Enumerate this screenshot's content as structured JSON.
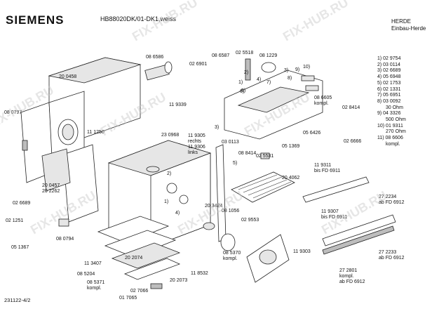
{
  "header": {
    "brand": "SIEMENS",
    "model": "HB88020DK/01-DK1,weiss",
    "category": "HERDE",
    "subcategory": "Einbau-Herde"
  },
  "document_number": "231122-4/2",
  "watermark_text": "FIX-HUB.RU",
  "part_labels": [
    "08 6586",
    "20 0458",
    "08 6587",
    "02 6901",
    "02 5518",
    "08 1229",
    "11 9339",
    "08 0797",
    "11 1250",
    "23 0968",
    "11 9305",
    "rechts",
    "11 9306",
    "links",
    "03 0113",
    "08 8414",
    "02 5531",
    "05 1369",
    "05 6426",
    "08 6605",
    "kompl.",
    "02 8414",
    "02 6666",
    "20 4062",
    "11 9311",
    "bis FD 6911",
    "20 0457",
    "20 2262",
    "02 6689",
    "02 1251",
    "08 0794",
    "05 1367",
    "20 3424",
    "08 1056",
    "02 9553",
    "11 9307",
    "bis FD 6911",
    "27 2234",
    "ab FD 6912",
    "11 3407",
    "20 2074",
    "08 5204",
    "08 5371",
    "kompl.",
    "02 7066",
    "01 7065",
    "20 2073",
    "11 8532",
    "08 5370",
    "kompl.",
    "11 9303",
    "27 2801",
    "kompl.",
    "ab FD 6912",
    "27 2233",
    "ab FD 6912"
  ],
  "callouts": [
    "1)",
    "2)",
    "3)",
    "4)",
    "5)",
    "6)",
    "7)",
    "8)",
    "9)",
    "10)",
    "1)",
    "2)",
    "4)",
    "3)",
    "5)"
  ],
  "legend": [
    "1) 02 9754",
    "2) 03 0114",
    "3) 02 6689",
    "4) 05 6948",
    "5) 02 1753",
    "6) 02 1331",
    "7) 05 6951",
    "8) 03 0092",
    "30 Ohm",
    "9) 04 3326",
    "500 Ohm",
    "10) 01 9311",
    "270 Ohm",
    "11) 08 6606",
    "kompl."
  ]
}
